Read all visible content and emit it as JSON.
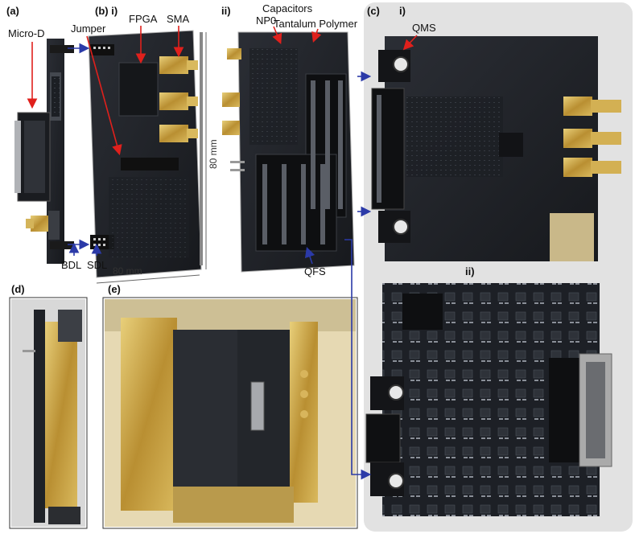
{
  "panels": {
    "a": "(a)",
    "b": "(b) i)",
    "b_ii": "ii)",
    "c": "(c)",
    "c_i": "i)",
    "c_ii": "ii)",
    "d": "(d)",
    "e": "(e)"
  },
  "labels": {
    "micro_d": "Micro-D",
    "jumper": "Jumper",
    "fpga": "FPGA",
    "sma": "SMA",
    "np0": "NP0",
    "capacitors": "Capacitors",
    "tantalum": "Tantalum Polymer",
    "qms": "QMS",
    "qfs": "QFS",
    "bdl": "BDL",
    "sdl": "SDL"
  },
  "dimensions": {
    "width": "80 mm",
    "height": "80 mm"
  },
  "colors": {
    "pcb": "#202329",
    "pcb_light": "#3a3e46",
    "gold": "#c9a64a",
    "red_arrow": "#e0201c",
    "blue_arrow": "#2b3aa8",
    "panel_c_bg": "#e2e2e2"
  }
}
